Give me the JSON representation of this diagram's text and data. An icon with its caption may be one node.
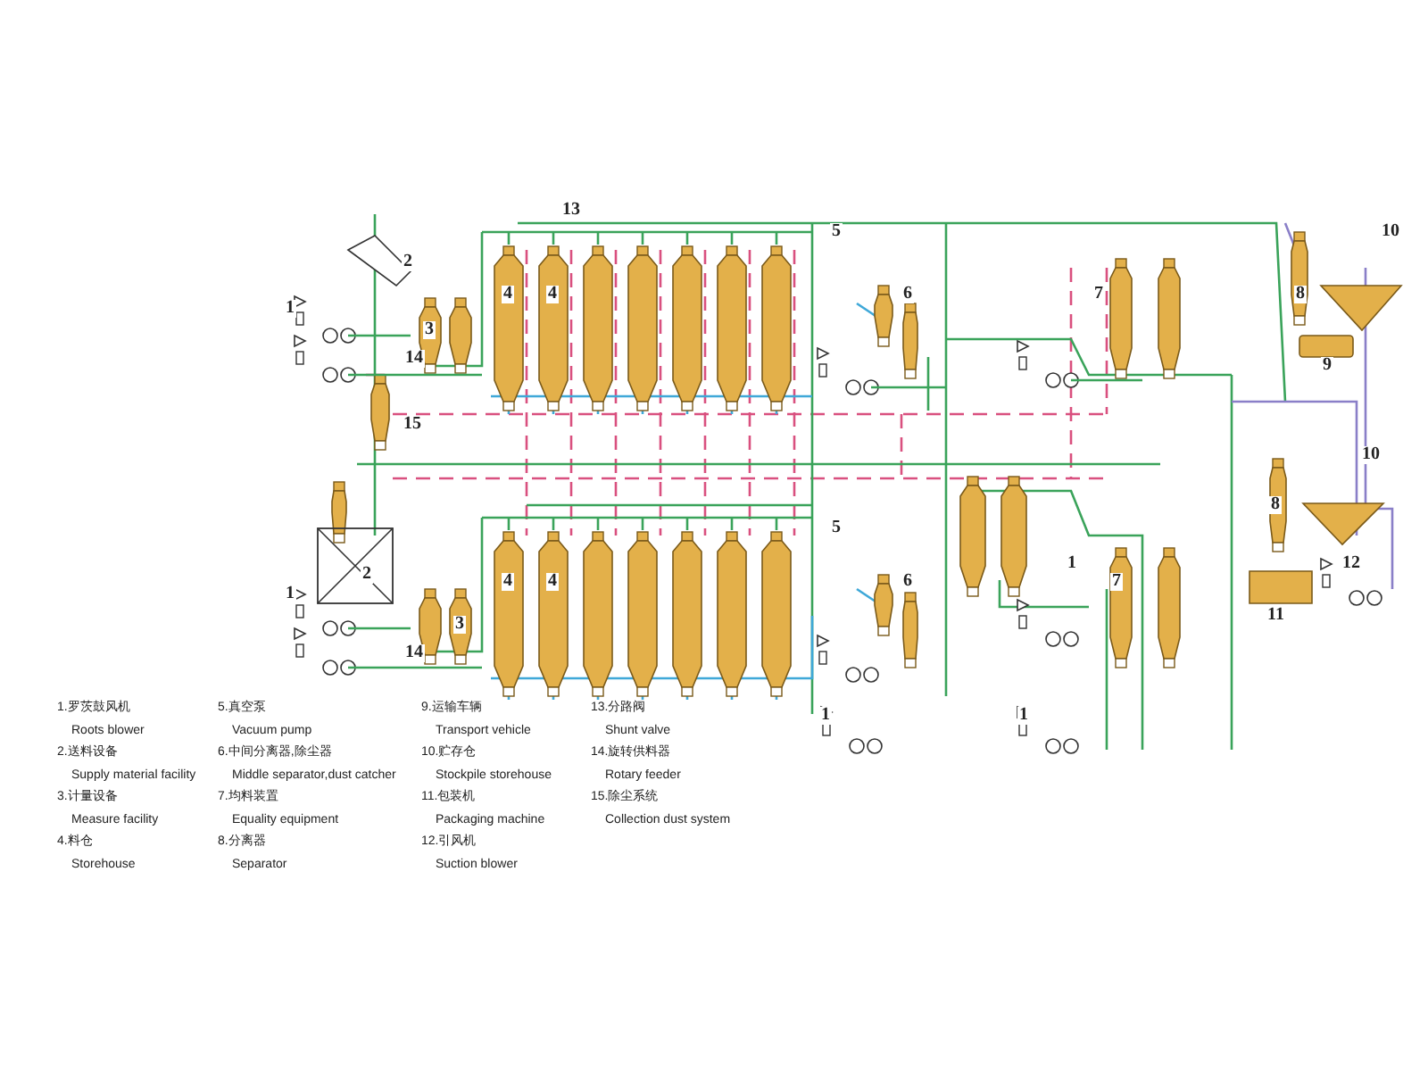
{
  "diagram": {
    "labels": [
      "13",
      "5",
      "10",
      "2",
      "4",
      "4",
      "6",
      "7",
      "8",
      "1",
      "3",
      "14",
      "9",
      "15",
      "10",
      "8",
      "5",
      "1",
      "12",
      "2",
      "4",
      "4",
      "6",
      "7",
      "1",
      "11",
      "3",
      "14",
      "1",
      "1",
      "1.罗茨鼓风机",
      "5.真空泵",
      "9.运输车辆",
      "13.分路阀",
      "Roots blower",
      "Vacuum pump",
      "Transport vehicle",
      "Shunt valve",
      "2.送料设备",
      "6.中间分离器,除尘器",
      "10.贮存仓",
      "14.旋转供料器",
      "Supply material facility",
      "Middle separator,dust catcher",
      "Stockpile storehouse",
      "Rotary feeder",
      "3.计量设备",
      "7.均料装置",
      "11.包装机",
      "15.除尘系统",
      "Measure facility",
      "Equality equipment",
      "Packaging machine",
      "Collection dust system",
      "4.料仓",
      "8.分离器",
      "12.引风机",
      "Storehouse",
      "Separator",
      "Suction blower"
    ]
  }
}
